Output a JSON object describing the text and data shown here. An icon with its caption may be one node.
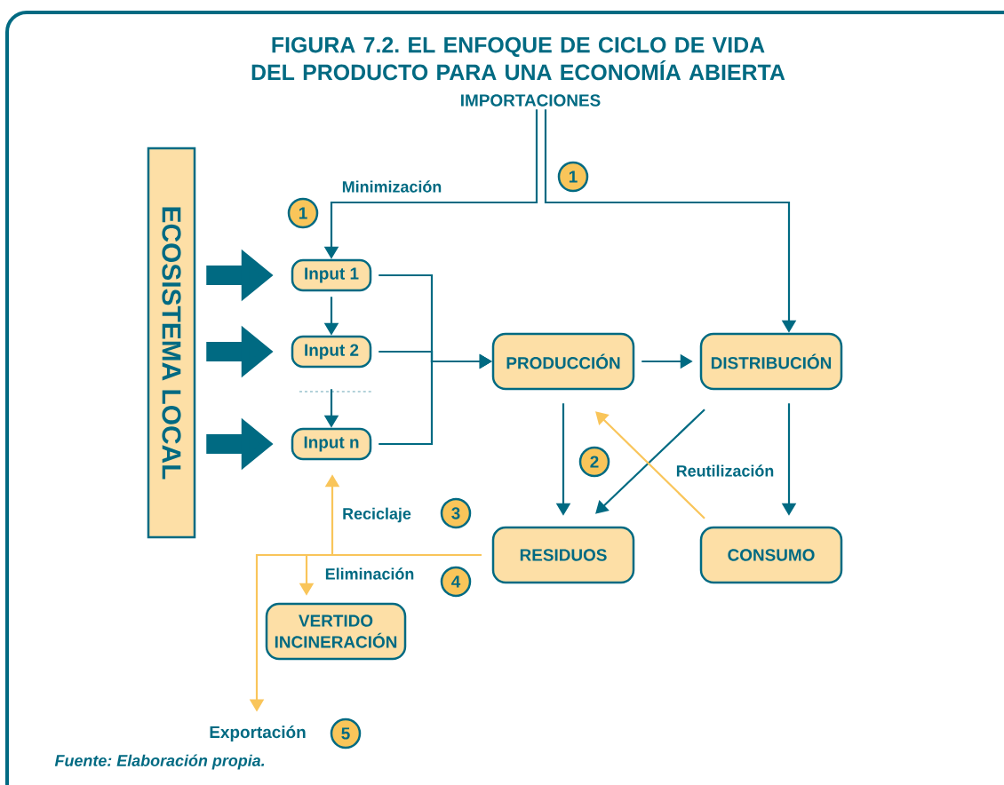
{
  "diagram": {
    "title": "FIGURA 7.2. EL ENFOQUE DE CICLO DE VIDA DEL PRODUCTO PARA UNA ECONOMÍA ABIERTA",
    "caption": "Fuente: Elaboración propia.",
    "nodes": [
      {
        "text": [
          "IMPORTACIONES"
        ]
      },
      {
        "text": [
          "ECOSISTEMA LOCAL"
        ]
      },
      {
        "text": [
          "Input 1"
        ]
      },
      {
        "text": [
          "Input 2"
        ]
      },
      {
        "text": [
          "Input n"
        ]
      },
      {
        "text": [
          "PRODUCCIÓN"
        ]
      },
      {
        "text": [
          "DISTRIBUCIÓN"
        ]
      },
      {
        "text": [
          "RESIDUOS"
        ]
      },
      {
        "text": [
          "CONSUMO"
        ]
      },
      {
        "text": [
          "VERTIDO INCINERACIÓN"
        ]
      },
      {
        "text": [
          "Exportación"
        ]
      },
      {
        "text": [
          "1"
        ]
      },
      {
        "text": [
          "1"
        ]
      },
      {
        "text": [
          "2"
        ]
      },
      {
        "text": [
          "3"
        ]
      },
      {
        "text": [
          "4"
        ]
      },
      {
        "text": [
          "5"
        ]
      }
    ],
    "edges": [
      {
        "from": 0,
        "to": 2,
        "arrow": "to",
        "label": "Minimización"
      },
      {
        "from": 0,
        "to": 6,
        "arrow": "to"
      },
      {
        "from": 1,
        "to": 2,
        "arrow": "to",
        "style": "thick"
      },
      {
        "from": 1,
        "to": 3,
        "arrow": "to",
        "style": "thick"
      },
      {
        "from": 1,
        "to": 4,
        "arrow": "to",
        "style": "thick"
      },
      {
        "from": 2,
        "to": 3,
        "arrow": "to"
      },
      {
        "from": 3,
        "to": 4,
        "arrow": "to"
      },
      {
        "from": 2,
        "to": 5,
        "arrow": "to"
      },
      {
        "from": 3,
        "to": 5,
        "arrow": "to"
      },
      {
        "from": 4,
        "to": 5,
        "arrow": "to"
      },
      {
        "from": 5,
        "to": 6,
        "arrow": "to"
      },
      {
        "from": 5,
        "to": 7,
        "arrow": "to"
      },
      {
        "from": 6,
        "to": 7,
        "arrow": "to"
      },
      {
        "from": 6,
        "to": 8,
        "arrow": "to"
      },
      {
        "from": 8,
        "to": 5,
        "arrow": "to",
        "color": "#f9c55a",
        "label": "Reutilización"
      },
      {
        "from": 7,
        "to": 4,
        "arrow": "to",
        "color": "#f9c55a",
        "label": "Reciclaje"
      },
      {
        "from": 7,
        "to": 9,
        "arrow": "to",
        "color": "#f9c55a",
        "label": "Eliminación"
      },
      {
        "from": 7,
        "to": 10,
        "arrow": "to",
        "color": "#f9c55a"
      }
    ]
  }
}
